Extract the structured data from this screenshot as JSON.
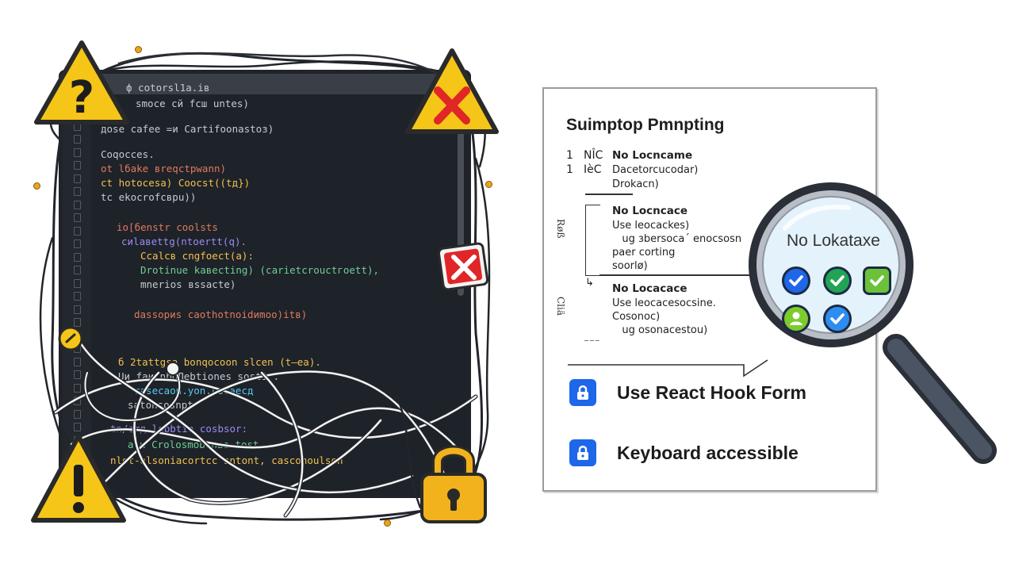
{
  "editor": {
    "code_lines": [
      {
        "text": "ф cotorsl1a.iв",
        "cls": "tok-a"
      },
      {
        "text": "smoce сй fcш untes)",
        "cls": "tok-a"
      },
      {
        "text": "дose cafее =и Cartifoonastoз)",
        "cls": "tok-a"
      },
      {
        "text": "Coqoсces.",
        "cls": "tok-a"
      },
      {
        "text": "ot lбake вreqctpwann)",
        "cls": "tok-b"
      },
      {
        "text": "ct hotocesa) Coocst((tд})",
        "cls": "tok-c"
      },
      {
        "text": "tc еkocrofcврu))",
        "cls": "tok-a"
      },
      {
        "text": "io[бenstr coolsts",
        "cls": "tok-b"
      },
      {
        "text": "cиlaвettg(ntoertt(q).",
        "cls": "tok-d"
      },
      {
        "text": "Ccalcв cngfoect(а):",
        "cls": "tok-c"
      },
      {
        "text": "Drotinue kaвecting) (carietcrouctгoett),",
        "cls": "tok-e"
      },
      {
        "text": "mnerios вssacte)",
        "cls": "tok-a"
      },
      {
        "text": "dassoриs caothotnoidиmoo)itв)",
        "cls": "tok-b"
      },
      {
        "text": "б 2tattgsa bonqocoon slcen (t—ea).",
        "cls": "tok-c"
      },
      {
        "text": "Uи faи nboДebtiones sost1 .",
        "cls": "tok-a"
      },
      {
        "text": "rаseсаon.yon.Locaecд",
        "cls": "tok-f"
      },
      {
        "text": "sаtonsosnрt",
        "cls": "tok-a"
      },
      {
        "text": "tn/еmд lobbtio cosbsor:",
        "cls": "tok-d"
      },
      {
        "text": "alu Crolosmobunae tost",
        "cls": "tok-e"
      },
      {
        "text": "nlot-alsoniacortcc sntont, casconoulson",
        "cls": "tok-c"
      }
    ]
  },
  "doc": {
    "title": "Suimptop Pmnpting",
    "rows": [
      {
        "num": "1",
        "code": "NÎC",
        "text": "No Locncame"
      },
      {
        "num": "1",
        "code": "IèC",
        "text": "Dacetorcucodar)"
      },
      {
        "num": "",
        "code": "",
        "text": "Drokacn)"
      }
    ],
    "side_labels": [
      "Røß",
      "Cliä"
    ],
    "section1": {
      "heading": "No Locncace",
      "lines": [
        "Use leocackes)",
        "   ug зbersoca´ enocsosn",
        "paer corting",
        "soorlø)"
      ]
    },
    "section2": {
      "heading": "No Locacace",
      "lines": [
        "Use leocacesocsine.",
        "Cosonoc)",
        "   ug osonacestou)"
      ]
    },
    "features": [
      {
        "label": "Use React Hook Form"
      },
      {
        "label": "Keyboard accessible"
      }
    ]
  },
  "magnifier": {
    "lens_title": "No Lokataxe",
    "badges": [
      {
        "icon": "check-icon",
        "color": "#1e67e8"
      },
      {
        "icon": "check-icon",
        "color": "#22a355"
      },
      {
        "icon": "check-icon",
        "color": "#6cc13a"
      },
      {
        "icon": "person-icon",
        "color": "#7ccc2c"
      },
      {
        "icon": "check-icon",
        "color": "#2e8df0"
      }
    ]
  },
  "colors": {
    "warning_yellow": "#f5c518",
    "error_red": "#e02626",
    "lock_gold": "#f1b21c",
    "accent_blue": "#1e67e8"
  }
}
